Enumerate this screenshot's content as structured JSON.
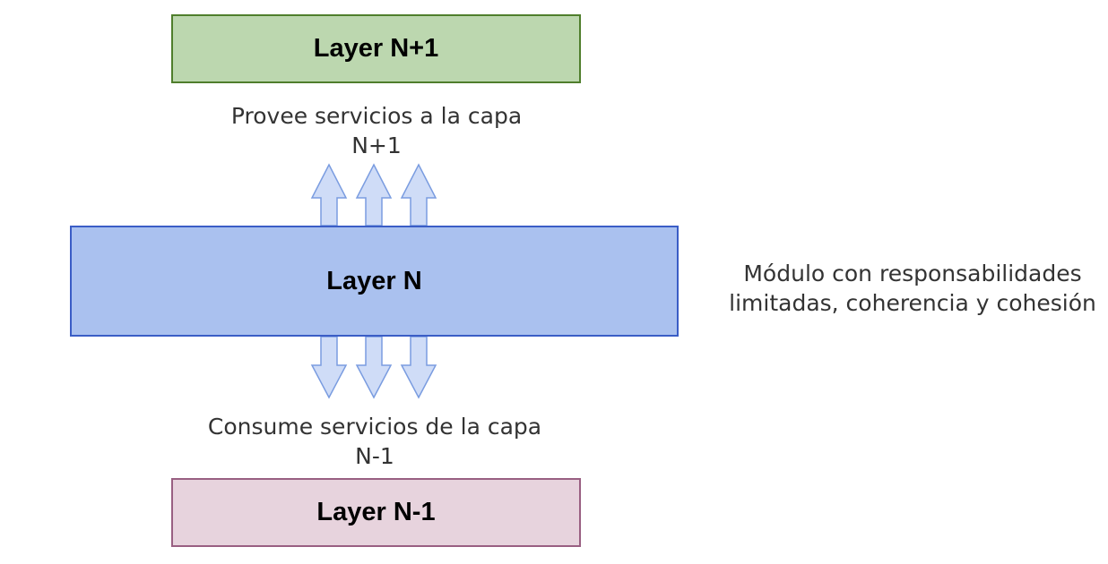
{
  "layers": {
    "upper": {
      "label": "Layer N+1",
      "fill": "#bcd7af",
      "border": "#4f7e2c"
    },
    "middle": {
      "label": "Layer N",
      "fill": "#aac1ef",
      "border": "#3a5dc6"
    },
    "lower": {
      "label": "Layer N-1",
      "fill": "#e7d3dd",
      "border": "#995f82"
    }
  },
  "captions": {
    "provides": {
      "line1": "Provee servicios a la capa",
      "line2": "N+1"
    },
    "consumes": {
      "line1": "Consume servicios de la capa",
      "line2": "N-1"
    },
    "module": {
      "line1": "Módulo con responsabilidades",
      "line2": "limitadas, coherencia y cohesión"
    }
  },
  "arrows": {
    "fill": "#cfdcf7",
    "stroke": "#7a9ce0",
    "up_count": 3,
    "down_count": 3
  }
}
